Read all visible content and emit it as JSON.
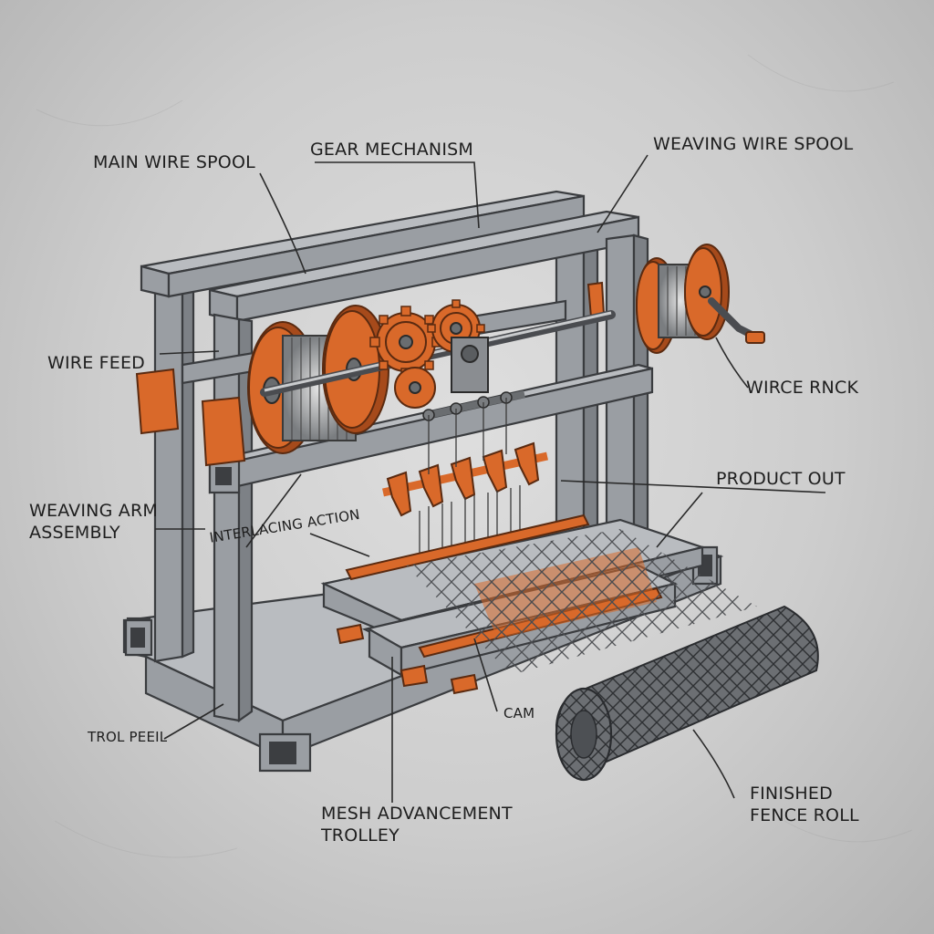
{
  "diagram": {
    "labels": {
      "main_wire_spool": "MAIN WIRE SPOOL",
      "gear_mechanism": "GEAR MECHANISM",
      "weaving_wire_spool": "WEAVING WIRE SPOOL",
      "wire_feed": "WIRE FEED",
      "wirce_rnck": "WIRCE RNCK",
      "product_out": "PRODUCT OUT",
      "weaving_arm_line1": "WEAVING ARM",
      "weaving_arm_line2": "ASSEMBLY",
      "interlacing_action": "INTERLACING ACTION",
      "trol_peeil": "TROL PEEIL",
      "cam": "CAM",
      "mesh_trolley_line1": "MESH ADVANCEMENT",
      "mesh_trolley_line2": "TROLLEY",
      "finished_roll_line1": "FINISHED",
      "finished_roll_line2": "FENCE ROLL"
    },
    "colors": {
      "steel": "#9a9ea3",
      "accent_orange": "#d9692a",
      "background": "#cfcfcf"
    }
  }
}
